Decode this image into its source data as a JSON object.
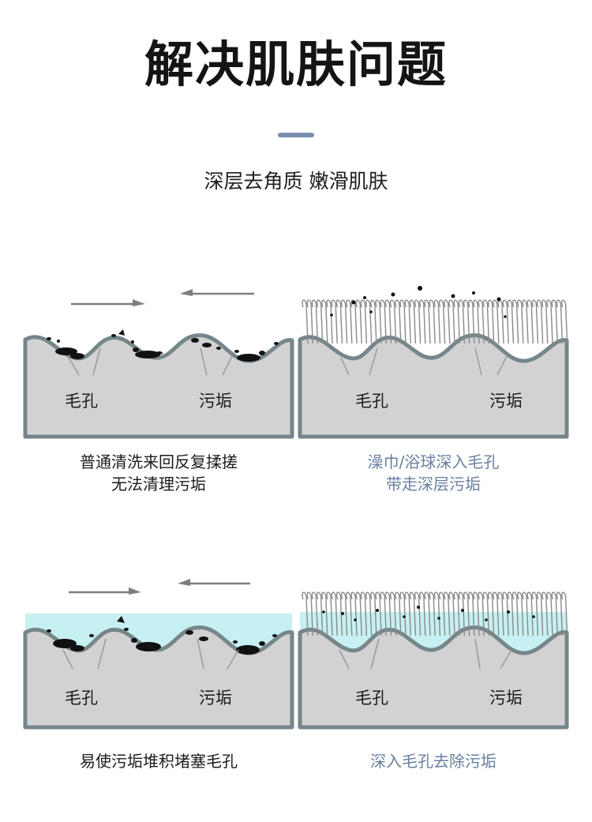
{
  "header": {
    "title": "解决肌肤问题",
    "subtitle": "深层去角质 嫩滑肌肤"
  },
  "colors": {
    "accent_bar": "#7a8fb0",
    "skin": "#d2d2d2",
    "skin_edge": "#76868a",
    "dirt": "#111111",
    "water": "#c7f0f2",
    "fiber": "#8a8a8a",
    "arrow": "#7e7e7e",
    "caption_blue": "#6a80a0"
  },
  "panels": [
    {
      "label_pore": "毛孔",
      "label_dirt": "污垢",
      "caption_lines": [
        "普通清洗来回反复揉搓",
        "无法清理污垢"
      ]
    },
    {
      "label_pore": "毛孔",
      "label_dirt": "污垢",
      "caption_lines": [
        "澡巾/浴球深入毛孔",
        "带走深层污垢"
      ]
    },
    {
      "label_pore": "毛孔",
      "label_dirt": "污垢",
      "caption_lines": [
        "易使污垢堆积堵塞毛孔"
      ]
    },
    {
      "label_pore": "毛孔",
      "label_dirt": "污垢",
      "caption_lines": [
        "深入毛孔去除污垢"
      ]
    }
  ]
}
